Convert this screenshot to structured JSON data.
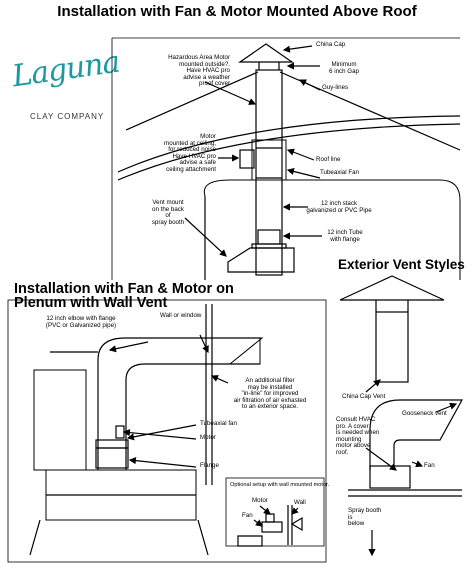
{
  "titles": {
    "top": "Installation with Fan & Motor Mounted Above Roof",
    "wall_line1": "Installation with Fan & Motor on",
    "wall_line2": "Plenum with Wall Vent",
    "exterior": "Exterior Vent Styles"
  },
  "logo": {
    "word": "Laguna",
    "sub": "CLAY COMPANY"
  },
  "roof_labels": {
    "china_cap": "China Cap",
    "hazard_1": "Hazardous Area Motor",
    "hazard_2": "mounted outside?.",
    "hazard_3": "Have HVAC pro",
    "hazard_4": "advise a weather",
    "hazard_5": "proof cover",
    "gap_1": "Minimum",
    "gap_2": "6 inch Gap",
    "guy_lines": "Guy-lines",
    "motor_1": "Motor",
    "motor_2": "mounted at ceiling,",
    "motor_3": "for reduced noise",
    "motor_4": "Have HVAC pro",
    "motor_5": "advise a safe",
    "motor_6": "ceiling attachment",
    "roof_line": "Roof line",
    "tube_fan": "Tubeaxial Fan",
    "vent_1": "Vent mount",
    "vent_2": "on the back",
    "vent_3": "of",
    "vent_4": "spray booth",
    "stack_1": "12 inch stack",
    "stack_2": "galvanized or PVC Pipe",
    "tube_1": "12 inch Tube",
    "tube_2": "with flange"
  },
  "wall_labels": {
    "elbow_1": "12 inch elbow with flange",
    "elbow_2": "(PVC or Galvanized pipe)",
    "wall_window": "Wall or window",
    "filter_1": "An additional filter",
    "filter_2": "may be installed",
    "filter_3": "\"in-line\" for improved",
    "filter_4": "air filtration of air exhasted",
    "filter_5": "to an exterior space.",
    "tube_fan": "Tubeaxial fan",
    "motor": "Motor",
    "flange": "Flange",
    "optional": "Optional setup with  wall mounted motor.",
    "opt_motor": "Motor",
    "opt_fan": "Fan",
    "opt_wall": "Wall"
  },
  "exterior_labels": {
    "china_cap_vent": "China Cap Vent",
    "gooseneck": "Gooseneck vent",
    "consult_1": "Consult HVAC",
    "consult_2": "pro. A cover",
    "consult_3": "is needed when",
    "consult_4": "mounting",
    "consult_5": "motor above",
    "consult_6": "roof.",
    "fan": "Fan",
    "spray_1": "Spray booth",
    "spray_2": "is",
    "spray_3": "below"
  }
}
